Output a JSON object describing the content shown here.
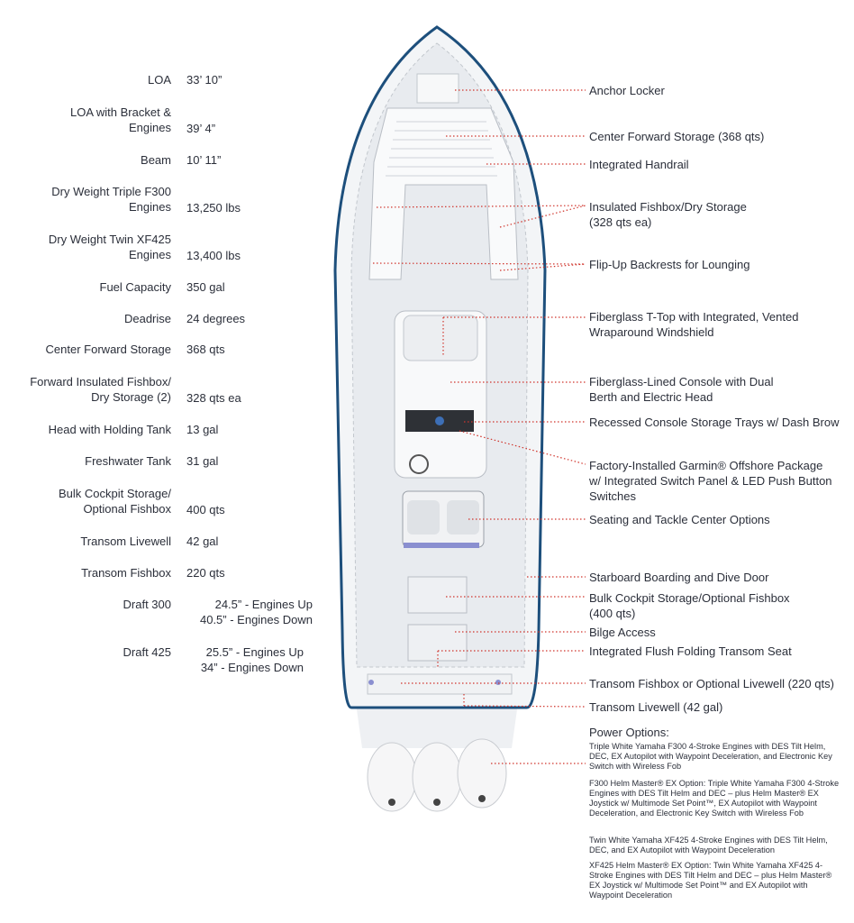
{
  "specs": [
    {
      "label": "LOA",
      "value": "33’ 10”"
    },
    {
      "label": "LOA with Bracket & Engines",
      "value": "39’ 4”"
    },
    {
      "label": "Beam",
      "value": "10’ 11”"
    },
    {
      "label": "Dry Weight Triple F300 Engines",
      "value": "13,250 lbs"
    },
    {
      "label": "Dry Weight Twin XF425 Engines",
      "value": "13,400 lbs"
    },
    {
      "label": "Fuel Capacity",
      "value": "350 gal"
    },
    {
      "label": "Deadrise",
      "value": "24 degrees"
    },
    {
      "label": "Center Forward Storage",
      "value": "368 qts"
    },
    {
      "label": "Forward Insulated Fishbox/ Dry Storage (2)",
      "value": "328 qts ea"
    },
    {
      "label": "Head with Holding Tank",
      "value": "13 gal"
    },
    {
      "label": "Freshwater Tank",
      "value": "31 gal"
    },
    {
      "label": "Bulk Cockpit Storage/ Optional Fishbox",
      "value": "400 qts"
    },
    {
      "label": "Transom Livewell",
      "value": "42 gal"
    },
    {
      "label": "Transom Fishbox",
      "value": "220 qts"
    },
    {
      "label": "Draft 300",
      "value": "24.5” - Engines Up 40.5” - Engines Down"
    },
    {
      "label": "Draft 425",
      "value": "25.5” - Engines Up 34” - Engines Down"
    }
  ],
  "callouts": [
    "Anchor Locker",
    "Center Forward Storage (368 qts)",
    "Integrated Handrail",
    "Insulated Fishbox/Dry Storage (328 qts ea)",
    "Flip-Up Backrests for Lounging",
    "Fiberglass T-Top with Integrated, Vented Wraparound Windshield",
    "Fiberglass-Lined Console with Dual Berth and Electric Head",
    "Recessed Console Storage Trays w/ Dash Brow",
    "Factory-Installed Garmin® Offshore Package w/ Integrated Switch Panel & LED Push Button Switches",
    "Seating and Tackle Center Options",
    "Starboard Boarding and Dive Door",
    "Bulk Cockpit Storage/Optional Fishbox (400 qts)",
    "Bilge Access",
    "Integrated Flush Folding Transom Seat",
    "Transom Fishbox or Optional Livewell (220 qts)",
    "Transom Livewell (42 gal)"
  ],
  "power": {
    "title": "Power Options:",
    "items": [
      "Triple White Yamaha F300 4-Stroke Engines with DES Tilt Helm, DEC, EX Autopilot with Waypoint Deceleration, and Electronic Key Switch with Wireless Fob",
      "F300 Helm Master® EX Option: Triple White Yamaha F300 4-Stroke Engines with DES Tilt Helm and DEC – plus Helm Master® EX Joystick w/ Multimode Set Point™, EX Autopilot with Waypoint Deceleration, and Electronic Key Switch with Wireless Fob",
      "Twin White Yamaha XF425 4-Stroke Engines with DES Tilt Helm, DEC, and EX Autopilot with Waypoint Deceleration",
      "XF425 Helm Master® EX Option: Twin White Yamaha XF425 4-Stroke Engines with DES Tilt Helm and DEC – plus Helm Master® EX Joystick w/ Multimode Set Point™ and EX Autopilot with Waypoint Deceleration"
    ]
  },
  "colors": {
    "hull_outline": "#1d4f7c",
    "leader": "#d0342c",
    "text": "#2b2f3a"
  }
}
